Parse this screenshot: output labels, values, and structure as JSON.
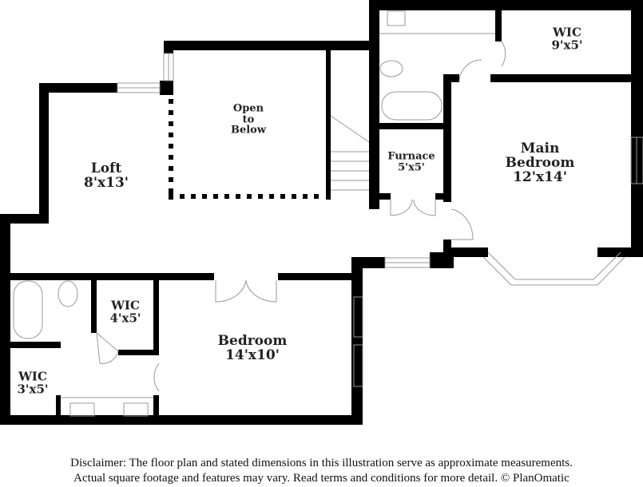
{
  "rooms": [
    {
      "id": "loft",
      "name": "Loft",
      "dims": "8'x13'"
    },
    {
      "id": "open",
      "name": "Open\nto\nBelow",
      "lines": [
        "Open",
        "to",
        "Below"
      ]
    },
    {
      "id": "wic-main",
      "name": "WIC",
      "dims": "9'x5'"
    },
    {
      "id": "furnace",
      "name": "Furnace",
      "dims": "5'x5'"
    },
    {
      "id": "main-bedroom",
      "name": "Main Bedroom",
      "lines": [
        "Main",
        "Bedroom"
      ],
      "dims": "12'x14'"
    },
    {
      "id": "wic-4x5",
      "name": "WIC",
      "dims": "4'x5'"
    },
    {
      "id": "wic-3x5",
      "name": "WIC",
      "dims": "3'x5'"
    },
    {
      "id": "bedroom",
      "name": "Bedroom",
      "dims": "14'x10'"
    }
  ],
  "colors": {
    "wall": "#000000",
    "fixture": "#9a9a9a",
    "background": "#ffffff"
  },
  "disclaimer": {
    "line1": "Disclaimer: The floor plan and stated dimensions in this illustration serve as approximate measurements.",
    "line2": "Actual square footage and features may vary. Read terms and conditions for more detail. © PlanOmatic"
  }
}
